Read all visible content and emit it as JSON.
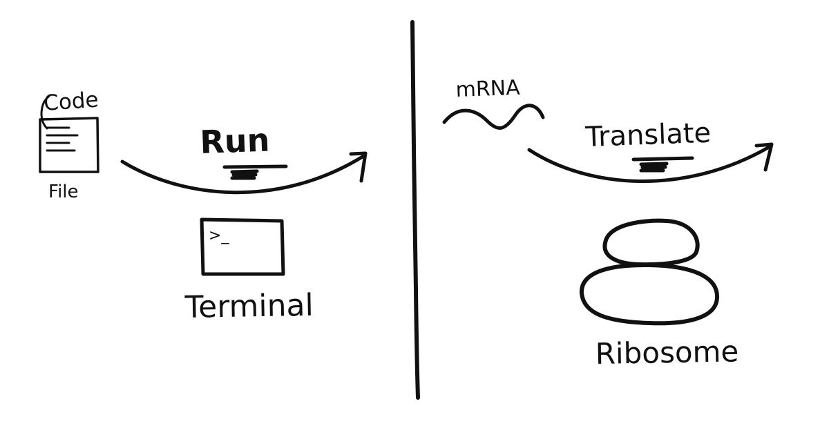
{
  "left_panel": {
    "file_caption": "Code",
    "file_label": "File",
    "action_label": "Run",
    "target_label": "Terminal",
    "terminal_prompt": ">_"
  },
  "right_panel": {
    "source_label": "mRNA",
    "action_label": "Translate",
    "target_label": "Ribosome"
  },
  "colors": {
    "ink": "#111111",
    "background": "#ffffff"
  }
}
